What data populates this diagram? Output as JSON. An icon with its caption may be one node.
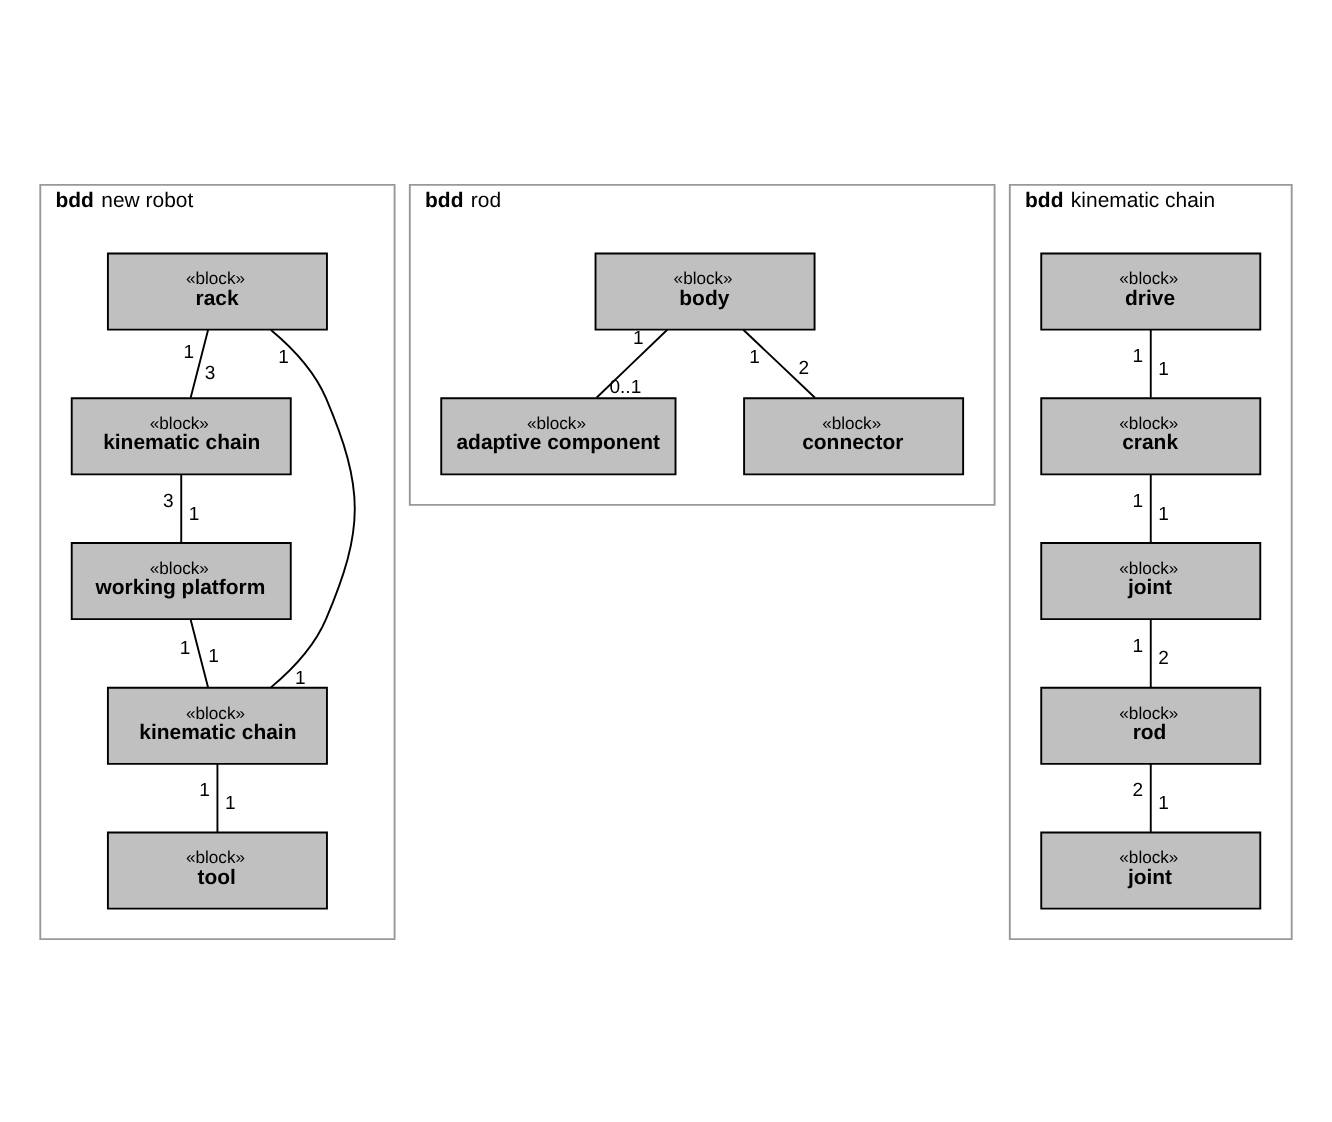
{
  "diagram": {
    "nodes": [
      {
        "text": [
          "**bdd** new robot"
        ]
      },
      {
        "text": [
          "«block»",
          "rack"
        ],
        "in": 0
      },
      {
        "text": [
          "«block»",
          "kinematic chain"
        ],
        "in": 0
      },
      {
        "text": [
          "«block»",
          "kinematic chain"
        ],
        "in": 0
      },
      {
        "text": [
          "«block»",
          "working platform"
        ],
        "in": 0
      },
      {
        "text": [
          "«block»",
          "tool"
        ],
        "in": 0
      },
      {
        "text": [
          "**bdd** rod"
        ]
      },
      {
        "text": [
          "«block»",
          "adaptive component"
        ],
        "in": 6
      },
      {
        "text": [
          "«block»",
          "body"
        ],
        "in": 6
      },
      {
        "text": [
          "«block»",
          "connector"
        ],
        "in": 6
      },
      {
        "text": [
          "**bdd** kinematic chain"
        ]
      },
      {
        "text": [
          "«block»",
          "drive"
        ],
        "in": 10
      },
      {
        "text": [
          "«block»",
          "crank"
        ],
        "in": 10
      },
      {
        "text": [
          "«block»",
          "joint"
        ],
        "in": 10
      },
      {
        "text": [
          "«block»",
          "rod"
        ],
        "in": 10
      },
      {
        "text": [
          "«block»",
          "joint"
        ],
        "in": 10
      }
    ],
    "edges": [
      {
        "from": 1,
        "to": 2,
        "arrow": "none"
      },
      {
        "from": 1,
        "to": 3,
        "arrow": "none"
      },
      {
        "from": 2,
        "to": 4,
        "arrow": "none"
      },
      {
        "from": 4,
        "to": 3,
        "arrow": "none"
      },
      {
        "from": 3,
        "to": 5,
        "arrow": "none"
      },
      {
        "from": 8,
        "to": 7,
        "arrow": "none"
      },
      {
        "from": 8,
        "to": 9,
        "arrow": "none"
      },
      {
        "from": 11,
        "to": 12,
        "arrow": "none"
      },
      {
        "from": 12,
        "to": 13,
        "arrow": "none"
      },
      {
        "from": 13,
        "to": 14,
        "arrow": "none"
      },
      {
        "from": 14,
        "to": 15,
        "arrow": "none"
      }
    ],
    "labels": [
      "1",
      "3",
      "1",
      "1",
      "3",
      "1",
      "1",
      "1",
      "1",
      "1",
      "1",
      "0..1",
      "1",
      "2",
      "1",
      "1",
      "1",
      "1",
      "1",
      "2",
      "2",
      "1"
    ]
  }
}
